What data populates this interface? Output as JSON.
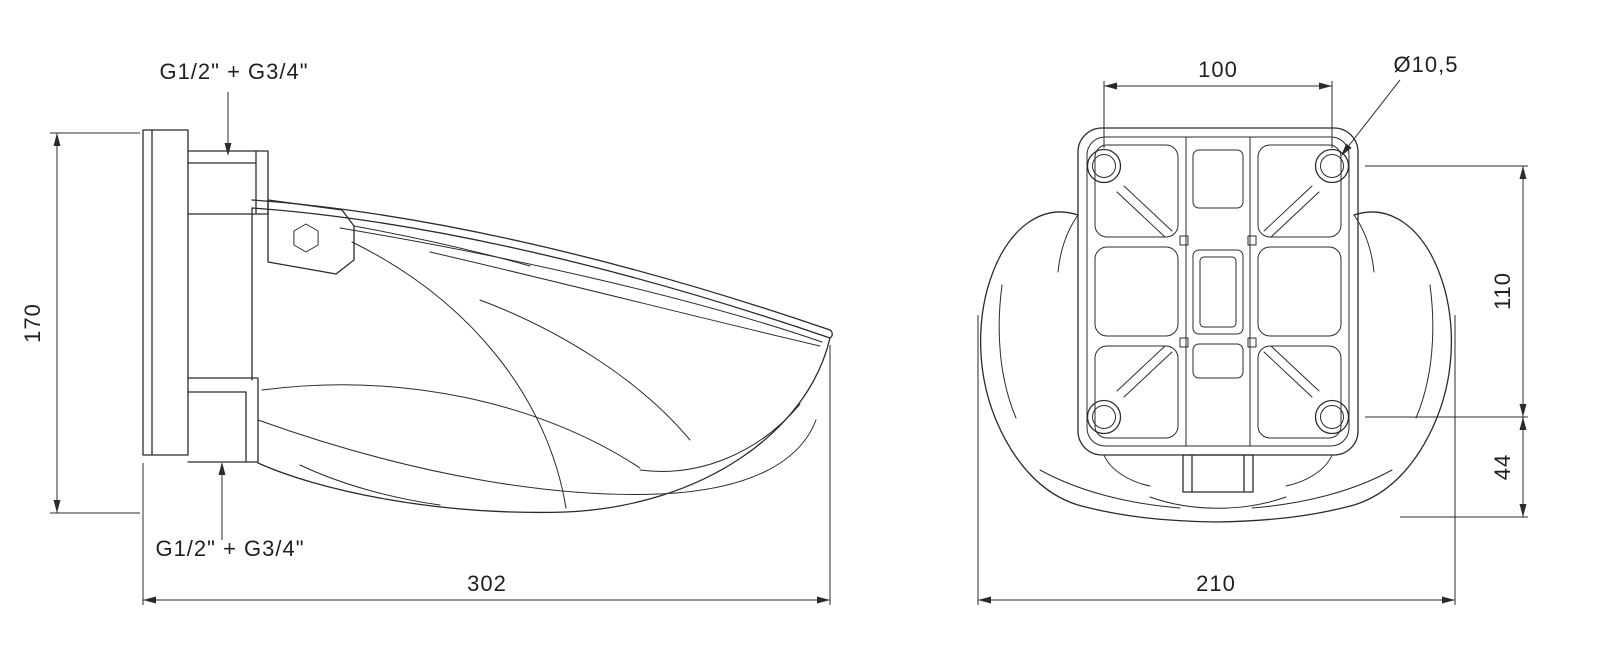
{
  "drawing": {
    "type": "technical-dimension-drawing",
    "line_color": "#2b2b2b",
    "background": "#ffffff",
    "side_view": {
      "top_connection_label": "G1/2\" + G3/4\"",
      "bottom_connection_label": "G1/2\" + G3/4\"",
      "height_dim": "170",
      "length_dim": "302"
    },
    "rear_view": {
      "hole_spacing_dim": "100",
      "hole_diameter_label": "Ø10,5",
      "vertical_spacing_dim": "110",
      "bottom_offset_dim": "44",
      "width_dim": "210"
    }
  }
}
